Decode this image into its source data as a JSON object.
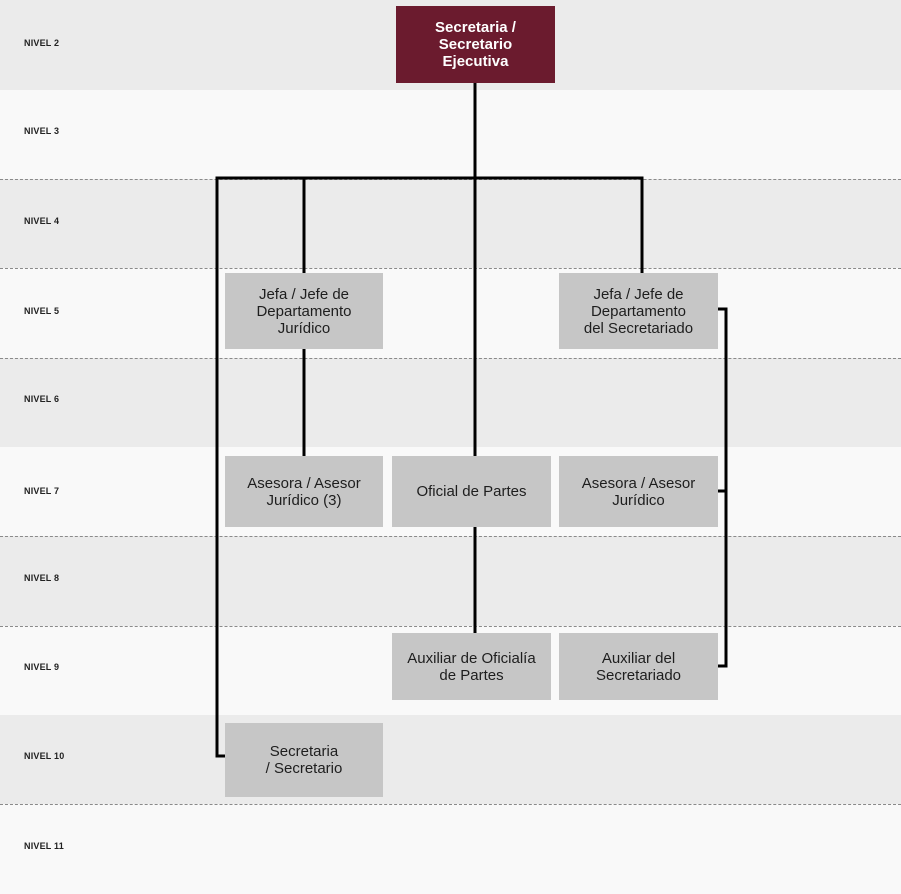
{
  "levels": [
    "NIVEL 2",
    "NIVEL 3",
    "NIVEL 4",
    "NIVEL 5",
    "NIVEL 6",
    "NIVEL 7",
    "NIVEL 8",
    "NIVEL 9",
    "NIVEL 10",
    "NIVEL 11"
  ],
  "colors": {
    "top_box": "#6b1b2e",
    "box": "#c6c6c6",
    "band_alt": "#ebebeb",
    "band_plain": "#f9f9f9",
    "connector": "#000000"
  },
  "nodes": {
    "secretaria_ejecutiva": "Secretaria /\nSecretario\nEjecutiva",
    "jefe_juridico": "Jefa / Jefe de\nDepartamento\nJurídico",
    "jefe_secretariado": "Jefa / Jefe de\nDepartamento\ndel Secretariado",
    "asesor_juridico_3": "Asesora / Asesor\nJurídico (3)",
    "oficial_partes": "Oficial de Partes",
    "asesor_juridico": "Asesora / Asesor\nJurídico",
    "auxiliar_oficialia": "Auxiliar de Oficialía\nde Partes",
    "auxiliar_secretariado": "Auxiliar del\nSecretariado",
    "secretaria": "Secretaria\n/ Secretario"
  }
}
